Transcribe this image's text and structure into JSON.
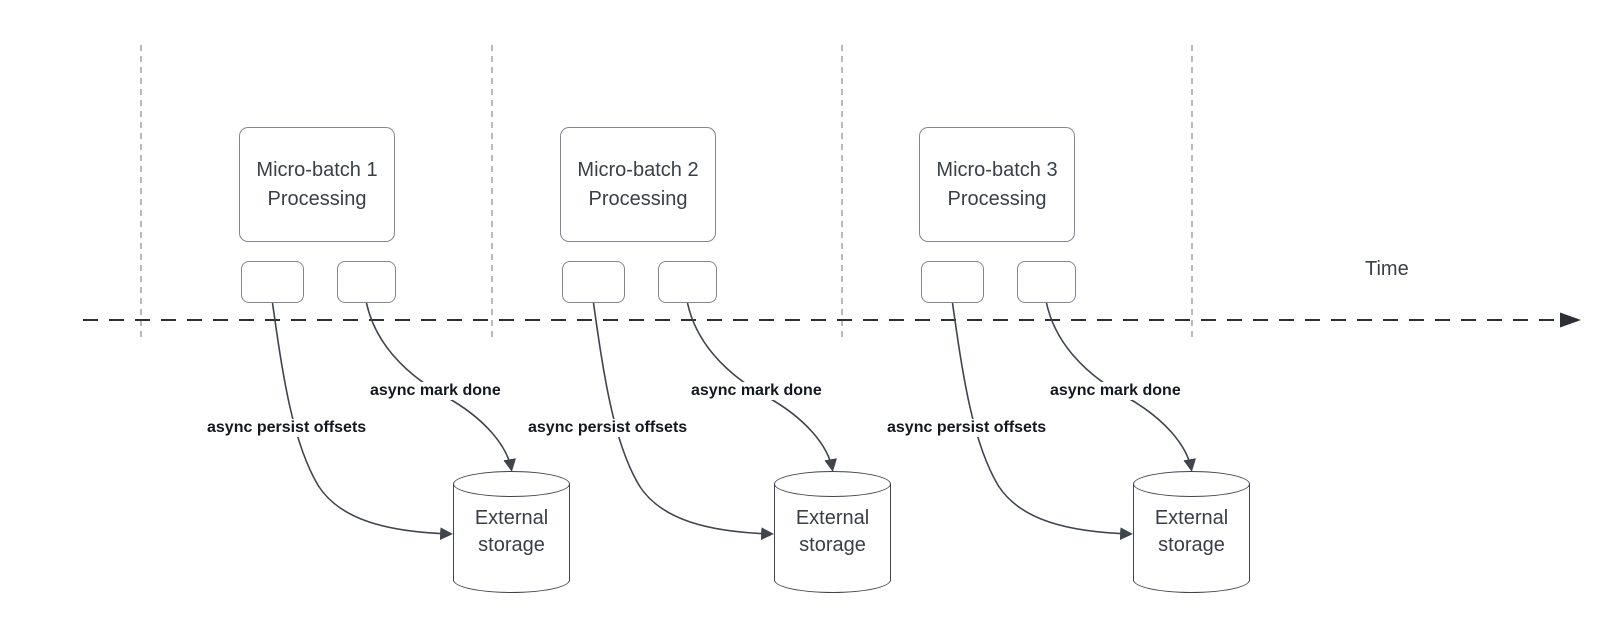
{
  "colors": {
    "background": "#ffffff",
    "shape_border": "#82878f",
    "shape_fill": "#ffffff",
    "connector": "#3f444d",
    "guide_line": "#a8a8a8",
    "timeline": "#2c3036",
    "text": "#3a3f47",
    "label_text": "#14181f"
  },
  "timeline": {
    "label": "Time"
  },
  "groups": [
    {
      "title": "Micro-batch 1\nProcessing",
      "persist_label": "async persist offsets",
      "mark_done_label": "async mark done",
      "storage": "External\nstorage"
    },
    {
      "title": "Micro-batch 2\nProcessing",
      "persist_label": "async persist offsets",
      "mark_done_label": "async mark done",
      "storage": "External\nstorage"
    },
    {
      "title": "Micro-batch 3\nProcessing",
      "persist_label": "async persist offsets",
      "mark_done_label": "async mark done",
      "storage": "External\nstorage"
    }
  ]
}
